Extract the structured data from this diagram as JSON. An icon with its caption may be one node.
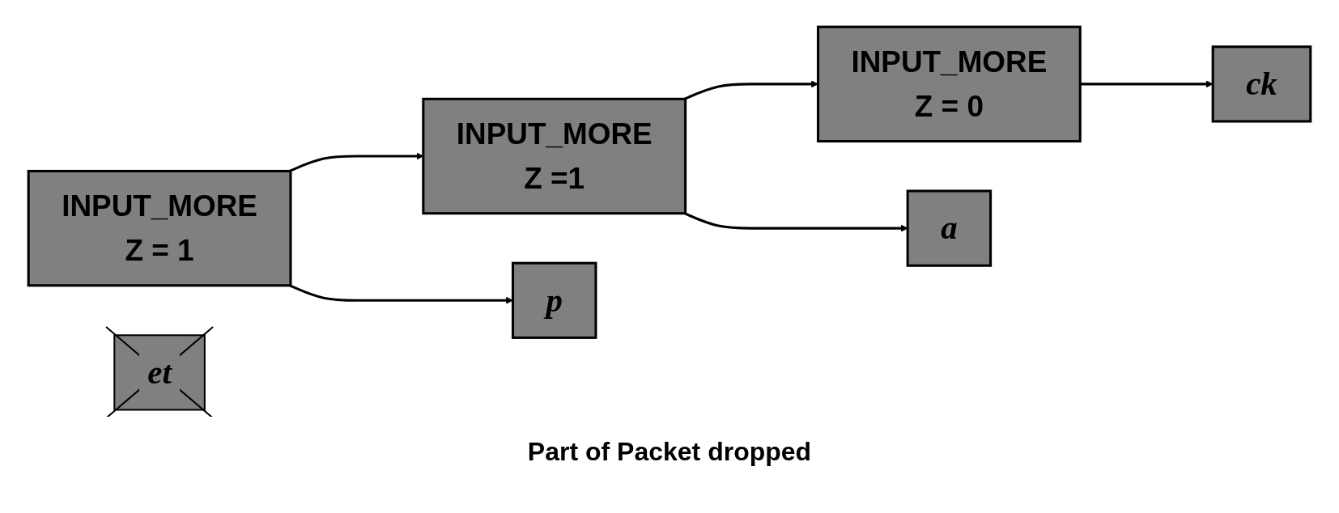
{
  "diagram": {
    "nodes": [
      {
        "text": [
          "INPUT_MORE",
          "Z = 1"
        ]
      },
      {
        "text": [
          "INPUT_MORE",
          "Z =1"
        ]
      },
      {
        "text": [
          "INPUT_MORE",
          "Z = 0"
        ]
      },
      {
        "text": [
          "p"
        ]
      },
      {
        "text": [
          "a"
        ]
      },
      {
        "text": [
          "ck"
        ]
      },
      {
        "text": [
          "et"
        ]
      }
    ],
    "edges": [
      {
        "from": 0,
        "to": 1,
        "arrow": "to"
      },
      {
        "from": 1,
        "to": 2,
        "arrow": "to"
      },
      {
        "from": 0,
        "to": 3,
        "arrow": "to"
      },
      {
        "from": 1,
        "to": 4,
        "arrow": "to"
      },
      {
        "from": 2,
        "to": 5,
        "arrow": "to"
      }
    ],
    "labels": [
      "Part of Packet dropped"
    ]
  }
}
